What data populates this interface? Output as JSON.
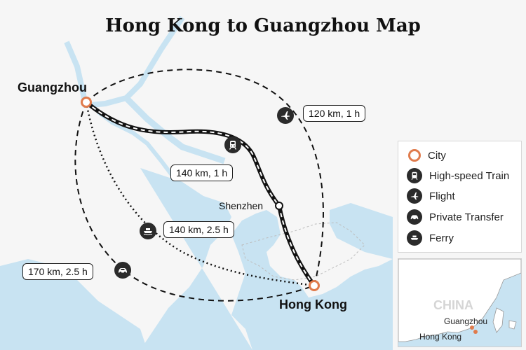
{
  "title": "Hong Kong to Guangzhou Map",
  "cities": {
    "guangzhou": "Guangzhou",
    "hong_kong": "Hong Kong",
    "shenzhen": "Shenzhen"
  },
  "routes": {
    "flight": {
      "label": "120 km, 1 h",
      "icon": "plane-icon"
    },
    "train": {
      "label": "140 km, 1 h",
      "icon": "train-icon"
    },
    "ferry": {
      "label": "140 km, 2.5 h",
      "icon": "ferry-icon"
    },
    "transfer": {
      "label": "170 km, 2.5 h",
      "icon": "car-icon"
    }
  },
  "legend": {
    "items": [
      {
        "label": "City",
        "icon": "city-marker-icon"
      },
      {
        "label": "High-speed Train",
        "icon": "train-icon"
      },
      {
        "label": "Flight",
        "icon": "plane-icon"
      },
      {
        "label": "Private Transfer",
        "icon": "car-icon"
      },
      {
        "label": "Ferry",
        "icon": "ferry-icon"
      }
    ]
  },
  "inset": {
    "country": "CHINA",
    "guangzhou": "Guangzhou",
    "hong_kong": "Hong Kong"
  },
  "colors": {
    "water": "#c8e3f2",
    "land": "#f6f6f6",
    "city_marker": "#e07b4c",
    "icon_bg": "#2b2b2b"
  }
}
